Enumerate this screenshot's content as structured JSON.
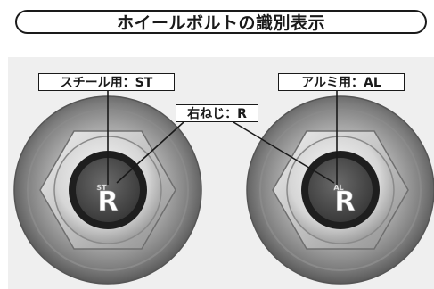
{
  "title": "ホイールボルトの識別表示",
  "labels": {
    "steel": "スチール用：ST",
    "aluminum": "アルミ用：AL",
    "right_thread": "右ねじ：R"
  },
  "bolts": [
    {
      "sub_mark": "ST",
      "main_mark": "R"
    },
    {
      "sub_mark": "AL",
      "main_mark": "R"
    }
  ]
}
